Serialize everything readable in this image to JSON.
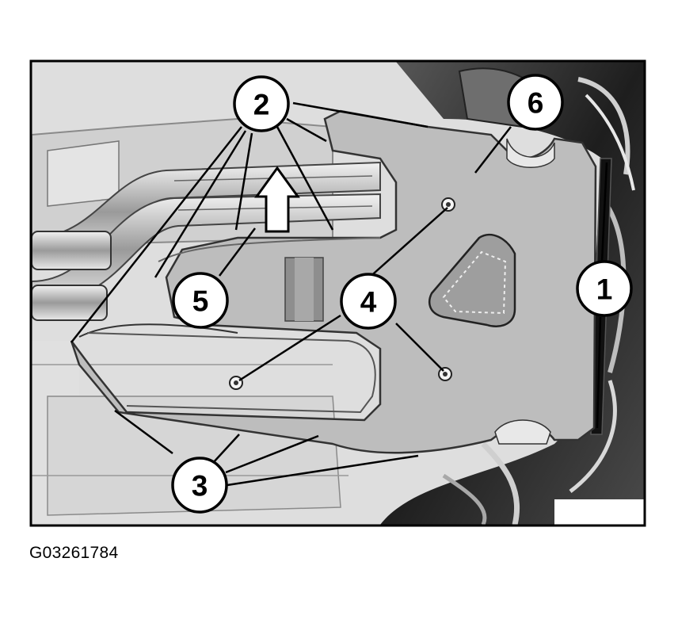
{
  "figure": {
    "id_label": "G03261784",
    "colors": {
      "shield": "#bdbdbd",
      "shield_edge": "#333333",
      "background_light": "#dcdcdc",
      "background_dark": "#3a3a3a",
      "frame": "#000000"
    },
    "callouts": [
      {
        "number": "1"
      },
      {
        "number": "2"
      },
      {
        "number": "3"
      },
      {
        "number": "4"
      },
      {
        "number": "5"
      },
      {
        "number": "6"
      }
    ]
  }
}
